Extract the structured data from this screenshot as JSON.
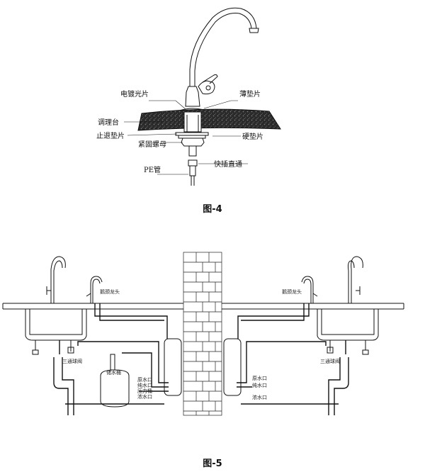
{
  "figure4": {
    "caption": "图-4",
    "labels": {
      "plating": "电镀光片",
      "thin_gasket": "薄垫片",
      "countertop": "调理台",
      "stop_gasket": "止退垫片",
      "hard_gasket": "硬垫片",
      "lock_nut": "紧固螺母",
      "quick_connector": "快插直通",
      "pe_pipe": "PE管"
    }
  },
  "figure5": {
    "caption": "图-5",
    "left": {
      "faucet": "鹅颈龙头",
      "valve": "三通球阀",
      "tank": "储水桶",
      "ports": [
        "原水口",
        "纯水口",
        "压力桶",
        "浓水口"
      ]
    },
    "right": {
      "faucet": "鹅颈龙头",
      "valve": "三通球阀",
      "ports": [
        "原水口",
        "纯水口",
        "浓水口"
      ]
    }
  }
}
